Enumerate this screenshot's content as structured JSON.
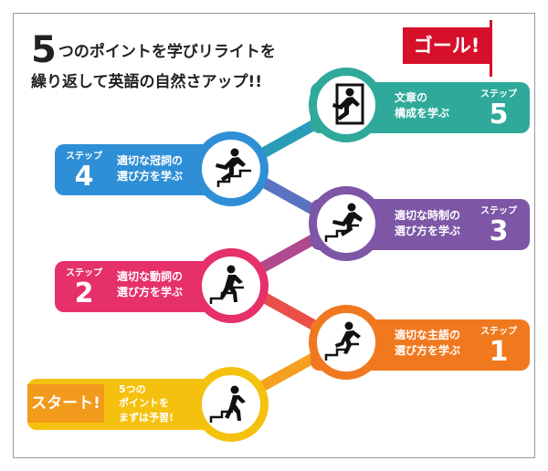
{
  "headline": {
    "number": "5",
    "line1": "つのポイントを学びリライトを",
    "line2": "繰り返して英語の自然さアップ!!"
  },
  "goal_label": "ゴール!",
  "start_label": "スタート!",
  "start_text": [
    "5つの",
    "ポイントを",
    "まずは予習!"
  ],
  "steps": [
    {
      "step_label": "ステップ",
      "number": "1",
      "text": [
        "適切な主語の",
        "選び方を学ぶ"
      ],
      "color": "#f0791f"
    },
    {
      "step_label": "ステップ",
      "number": "2",
      "text": [
        "適切な動詞の",
        "選び方を学ぶ"
      ],
      "color": "#e6306a"
    },
    {
      "step_label": "ステップ",
      "number": "3",
      "text": [
        "適切な時制の",
        "選び方を学ぶ"
      ],
      "color": "#7d56a6"
    },
    {
      "step_label": "ステップ",
      "number": "4",
      "text": [
        "適切な冠詞の",
        "選び方を学ぶ"
      ],
      "color": "#2f8fd6"
    },
    {
      "step_label": "ステップ",
      "number": "5",
      "text": [
        "文章の",
        "構成を学ぶ"
      ],
      "color": "#2ea99a"
    }
  ],
  "colors": {
    "start": "#f29a1c",
    "start_circle": "#f5c10f",
    "goal": "#d60f2b"
  },
  "icons": [
    "walking-up-stairs-icon",
    "climbing-stairs-icon",
    "running-up-stairs-icon",
    "running-up-stairs-icon",
    "running-out-door-icon"
  ]
}
